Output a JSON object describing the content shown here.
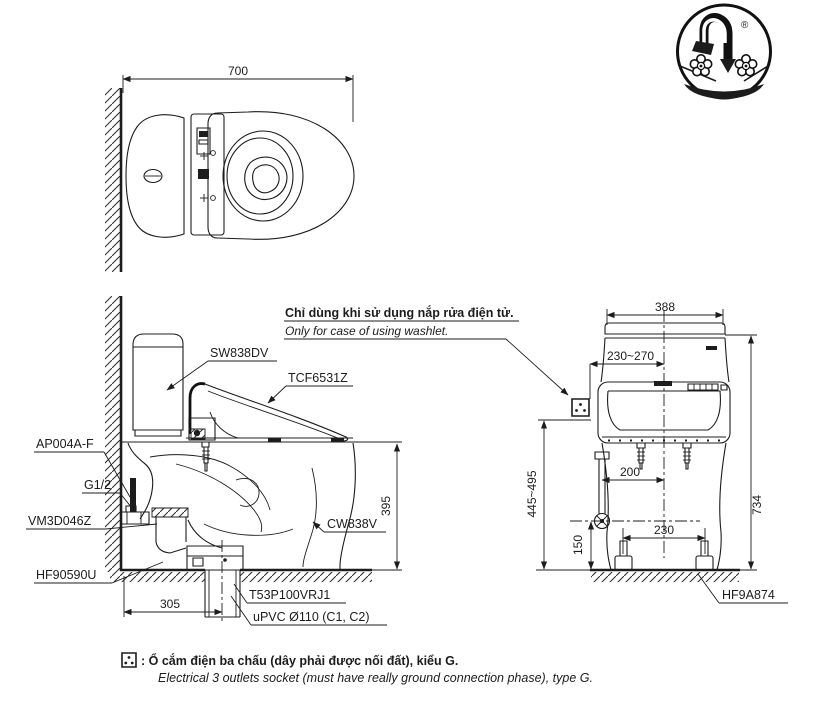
{
  "colors": {
    "line": "#1c1c1c",
    "bg": "#ffffff"
  },
  "logo": {
    "registered": "®"
  },
  "top_view": {
    "dim_width": "700"
  },
  "side_view": {
    "tank": "SW838DV",
    "washlet": "TCF6531Z",
    "bowl": "CW838V",
    "inlet": "AP004A-F",
    "thread": "G1/2",
    "valve": "VM3D046Z",
    "flange": "HF90590U",
    "joint": "T53P100VRJ1",
    "pipe": "uPVC Ø110 (C1, C2)",
    "dim_drain_offset": "305",
    "dim_rim_height": "395"
  },
  "front_view": {
    "dim_width": "388",
    "dim_socket_offset": "230~270",
    "dim_height_total": "734",
    "dim_socket_height": "445~495",
    "dim_supply_offset": "200",
    "dim_supply_height": "150",
    "dim_bolt_spacing": "230",
    "bolt_cap": "HF9A874"
  },
  "washlet_note": {
    "vi": "Chỉ dùng khi sử dụng nắp rửa điện tử.",
    "en": "Only for case of using washlet."
  },
  "legend": {
    "vi": ": Ổ cắm điện ba chấu (dây phải được nối đất), kiểu G.",
    "en": "Electrical 3 outlets socket (must have really ground connection phase), type G."
  }
}
